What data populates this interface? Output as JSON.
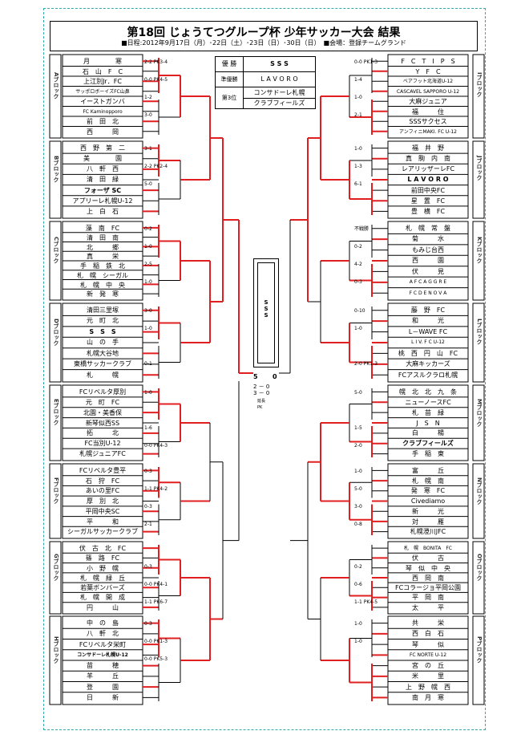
{
  "title": "第18回 じょうてつグループ杯 少年サッカー大会 結果",
  "subtitle": "■日程:2012年9月17日（月）･22日（土）･23日（日）･30日（日）　■会場：登録チームグランド",
  "prizes": {
    "winner_label": "優 勝",
    "winner": "S S S",
    "runner_label": "準優勝",
    "runner": "L A V O R O",
    "third_label": "第3位",
    "third": [
      "コンサドーレ札幌",
      "クラブフィールズ"
    ]
  },
  "final": {
    "team": "SSS",
    "left": "5",
    "right": "0",
    "pk": "2 － 0\n3 － 0",
    "note": "延長\nPK"
  },
  "left_blocks": [
    {
      "name": "Aブロック",
      "teams": [
        "月　　　　寒",
        "石　山　F　C",
        "上江別Jr．FC",
        "サッポロボーイズFC山鼻",
        "イーストガンバ",
        "FC Kaminopporo",
        "前　田　北",
        "西　　　岡"
      ]
    },
    {
      "name": "Bブロック",
      "teams": [
        "西　野　第　二",
        "美　　　　園",
        "八　軒　西",
        "清　田　緑",
        "フォーザ SC",
        "アプリーレ札幌U-12",
        "上　白　石"
      ]
    },
    {
      "name": "Cブロック",
      "teams": [
        "藻　南　FC",
        "清　田　南",
        "北　　　郷",
        "真　　　栄",
        "手　稲　鉄　北",
        "札　幌　シーガル",
        "札　幌　中　央",
        "新　発　寒"
      ]
    },
    {
      "name": "Dブロック",
      "teams": [
        "清田三里塚",
        "元　町　北",
        "S　S　S",
        "山　の　手",
        "札幌大谷地",
        "東橋サッカークラブ",
        "札　　　幌"
      ]
    },
    {
      "name": "Eブロック",
      "teams": [
        "FCリベルタ厚別",
        "元　町　FC",
        "北園・美香保",
        "新琴似西SS",
        "拓　　　北",
        "FC当別U-12",
        "札幌ジュニアFC"
      ]
    },
    {
      "name": "Fブロック",
      "teams": [
        "FCリベルタ豊平",
        "石　狩　FC",
        "あいの里FC",
        "厚　別　北",
        "平岡中央SC",
        "平　　　和",
        "シーガルサッカークラブ"
      ]
    },
    {
      "name": "Gブロック",
      "teams": [
        "伏　古　北　FC",
        "篠　路　FC",
        "小　野　幌",
        "札　幌　緑　丘",
        "若葉ボンバーズ",
        "札　幌　開　成",
        "円　　　山"
      ]
    },
    {
      "name": "Hブロック",
      "teams": [
        "中　の　島",
        "八　軒　北",
        "FCリベルタ栄町",
        "コンサドーレ札幌U-12",
        "苗　　　穂",
        "羊　　　丘",
        "登　　　園",
        "日　　　新"
      ]
    }
  ],
  "right_blocks": [
    {
      "name": "Iブロック",
      "teams": [
        "F　C　T　I　P　S",
        "Y　F　C",
        "ベアフット北海道U-12",
        "CASCAVEL SAPPORO U-12",
        "大麻ジュニア",
        "福　　　住",
        "SSSサクセス",
        "アンフィニMAKI. FC U-12"
      ]
    },
    {
      "name": "Jブロック",
      "teams": [
        "福　井　野",
        "真　駒　内　南",
        "レアリッザーレFC",
        "L A V O R O",
        "前田中央FC",
        "星　置　FC",
        "豊　横　FC"
      ]
    },
    {
      "name": "Kブロック",
      "teams": [
        "札　幌　常　盤",
        "菊　　　水",
        "もみじ台西",
        "西　　　園",
        "伏　　　見",
        "A F C A G G R E",
        "F C D E N O V A"
      ]
    },
    {
      "name": "Lブロック",
      "teams": [
        "藤　野　FC",
        "和　　　光",
        "L－WAVE FC",
        "L I V. F C U-12",
        "桃　西　円　山　FC",
        "大麻キッカーズ",
        "FCアスルクラロ札幌"
      ]
    },
    {
      "name": "Mブロック",
      "teams": [
        "幌　北　北　九　条",
        "ニューノースFC",
        "札　苗　緑",
        "J　S　N",
        "白　　　楊",
        "クラブフィールズ",
        "手　稲　東"
      ]
    },
    {
      "name": "Nブロック",
      "teams": [
        "富　　　丘",
        "札　幌　南",
        "発　寒　FC",
        "Civediamo",
        "新　　　光",
        "対　　　雁",
        "札幌澄川JFC"
      ]
    },
    {
      "name": "Oブロック",
      "teams": [
        "札　幌　BONITA　FC",
        "伏　　　古",
        "琴　似　中　央",
        "西　岡　南",
        "FCコラージョ平岡公園",
        "平　岡　南",
        "太　　　平"
      ]
    },
    {
      "name": "Pブロック",
      "teams": [
        "共　　　栄",
        "西　白　石",
        "琴　　　似",
        "FC NORTE U-12",
        "宮　の　丘",
        "米　　　里",
        "上　野　幌　西",
        "南　月　寒"
      ]
    }
  ],
  "left_labels": [
    "2-2 PK3-4",
    "0-0 PK4-5",
    "1-2",
    "3-0",
    "3-1",
    "2-2 PK2-4",
    "5-0",
    "1-0",
    "0-2",
    "1-0",
    "2-5",
    "0-1",
    "3-0",
    "1-0",
    "1-6",
    "0-0 PK4-3",
    "1-0",
    "1-1 PK4-2",
    "0-3",
    "2-1",
    "0-3",
    "0-3",
    "0-0 PK4-1",
    "1-1 PK6-7",
    "0-3",
    "0-0 PK1-3",
    "0-0 PK5-3"
  ],
  "right_labels": [
    "0-0 PK1-3",
    "1-4",
    "1-0",
    "2-1",
    "1-0",
    "1-3",
    "6-1",
    "0-3",
    "不戦勝",
    "0-2",
    "4-2",
    "2-0 PK1-3",
    "0-10",
    "1-0",
    "1-5",
    "2-0",
    "5-0",
    "5-0",
    "3-0",
    "0-8",
    "1-0",
    "0-2",
    "0-6",
    "1-1 PK4-5",
    "1-0",
    "1-0"
  ]
}
